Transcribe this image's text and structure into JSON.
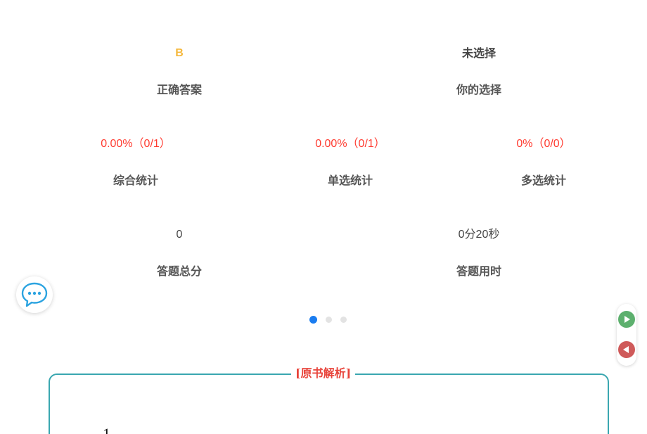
{
  "summary": {
    "correct_answer": {
      "value": "B",
      "label": "正确答案"
    },
    "your_choice": {
      "value": "未选择",
      "label": "你的选择"
    }
  },
  "stats": {
    "overall": {
      "value": "0.00%（0/1）",
      "label": "综合统计"
    },
    "single": {
      "value": "0.00%（0/1）",
      "label": "单选统计"
    },
    "multi": {
      "value": "0%（0/0）",
      "label": "多选统计"
    }
  },
  "result": {
    "score": {
      "value": "0",
      "label": "答题总分"
    },
    "time": {
      "value": "0分20秒",
      "label": "答题用时"
    }
  },
  "pagination": {
    "count": 3,
    "active": 0
  },
  "analysis": {
    "title": "[原书解析]",
    "partial_text": "1"
  },
  "icons": {
    "chat": "chat-bubble-icon",
    "next": "play-right-icon",
    "prev": "play-left-icon"
  },
  "colors": {
    "accent_blue": "#1a7cf0",
    "correct_yellow": "#f5b83d",
    "stat_red": "#ff3b30",
    "box_teal": "#3aa7b0",
    "title_red": "#e8433a"
  }
}
